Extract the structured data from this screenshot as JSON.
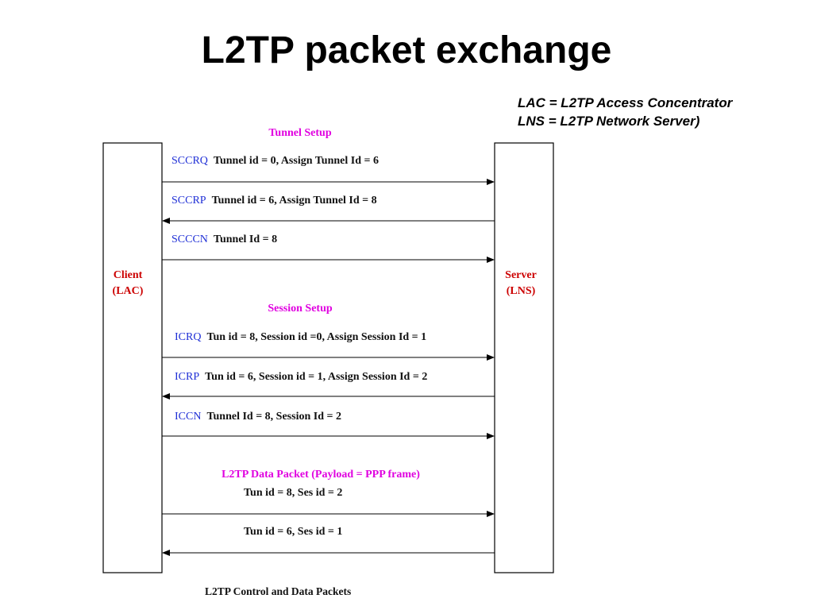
{
  "slide": {
    "title": "L2TP packet exchange",
    "legend": [
      "LAC = L2TP Access Concentrator",
      "LNS = L2TP Network Server)"
    ]
  },
  "diagram": {
    "colors": {
      "msg_name": "#1f2fd6",
      "section_title": "#e000e0",
      "endpoint_label": "#cc0000",
      "text": "#111111",
      "line": "#000000"
    },
    "client": {
      "name": "Client",
      "role": "(LAC)"
    },
    "server": {
      "name": "Server",
      "role": "(LNS)"
    },
    "sections": [
      {
        "title": "Tunnel Setup",
        "messages": [
          {
            "name": "SCCRQ",
            "text": "Tunnel id = 0, Assign Tunnel Id = 6",
            "direction": "to-server"
          },
          {
            "name": "SCCRP",
            "text": "Tunnel id = 6, Assign Tunnel Id = 8",
            "direction": "to-client"
          },
          {
            "name": "SCCCN",
            "text": "Tunnel Id = 8",
            "direction": "to-server"
          }
        ]
      },
      {
        "title": "Session Setup",
        "messages": [
          {
            "name": "ICRQ",
            "text": "Tun id = 8, Session id =0, Assign Session Id = 1",
            "direction": "to-server"
          },
          {
            "name": "ICRP",
            "text": "Tun id = 6, Session id = 1, Assign Session Id = 2",
            "direction": "to-client"
          },
          {
            "name": "ICCN",
            "text": "Tunnel Id = 8, Session Id = 2",
            "direction": "to-server"
          }
        ]
      },
      {
        "title": "L2TP Data Packet (Payload = PPP frame)",
        "messages": [
          {
            "name": "",
            "text": "Tun id = 8, Ses id = 2",
            "direction": "to-server"
          },
          {
            "name": "",
            "text": "Tun id = 6, Ses id = 1",
            "direction": "to-client"
          }
        ]
      }
    ],
    "caption": "L2TP Control and Data Packets"
  }
}
